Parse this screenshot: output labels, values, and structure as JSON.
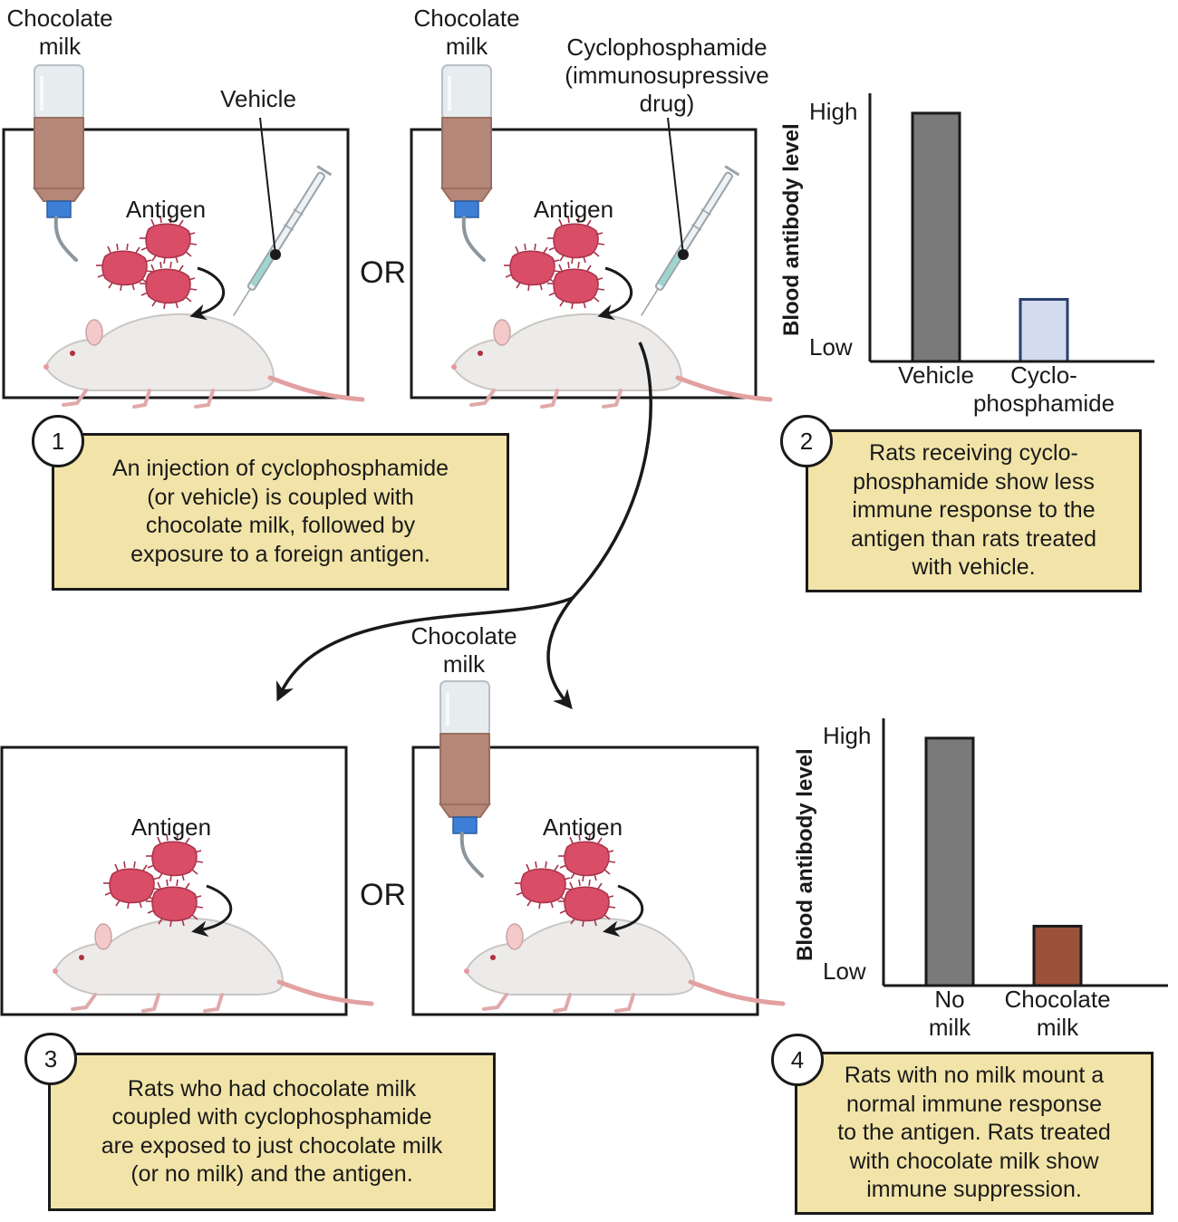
{
  "top": {
    "panel1": {
      "milk_label": [
        "Chocolate",
        "milk"
      ],
      "vehicle_label": "Vehicle",
      "antigen_label": "Antigen"
    },
    "or_label": "OR",
    "panel2": {
      "milk_label": [
        "Chocolate",
        "milk"
      ],
      "drug_label": [
        "Cyclophosphamide",
        "(immunosupressive",
        "drug)"
      ],
      "antigen_label": "Antigen"
    }
  },
  "step1": {
    "number": "1",
    "text": [
      "An injection of cyclophosphamide",
      "(or vehicle) is coupled with",
      "chocolate milk, followed by",
      "exposure to a foreign antigen."
    ]
  },
  "step2": {
    "number": "2",
    "text": [
      "Rats receiving cyclo-",
      "phosphamide show less",
      "immune response to the",
      "antigen than rats treated",
      "with vehicle."
    ]
  },
  "bottom": {
    "milk_label": [
      "Chocolate",
      "milk"
    ],
    "panel3": {
      "antigen_label": "Antigen"
    },
    "or_label": "OR",
    "panel4": {
      "antigen_label": "Antigen"
    }
  },
  "step3": {
    "number": "3",
    "text": [
      "Rats who had chocolate milk",
      "coupled with cyclophosphamide",
      "are exposed to just chocolate milk",
      "(or no milk) and the antigen."
    ]
  },
  "step4": {
    "number": "4",
    "text": [
      "Rats with no milk mount a",
      "normal immune response",
      "to the antigen. Rats treated",
      "with chocolate milk show",
      "immune suppression."
    ]
  },
  "colors": {
    "note_fill": "#f2e4a8",
    "bar_gray": "#7a7a7a",
    "bar_light_blue": "#d3dbee",
    "bar_brown": "#9a5238",
    "antigen": "#d94d66",
    "milk": "#b58778"
  },
  "chart_data": [
    {
      "type": "bar",
      "ylabel": "Blood antibody level",
      "yticks": [
        "High",
        "Low"
      ],
      "categories": [
        "Vehicle",
        "Cyclo-\nphosphamide"
      ],
      "category_lines": [
        [
          "Vehicle"
        ],
        [
          "Cyclo-",
          "phosphamide"
        ]
      ],
      "values": [
        1.0,
        0.25
      ],
      "ylim": [
        0,
        1.08
      ],
      "bar_colors": [
        "#7a7a7a",
        "#d3dbee"
      ]
    },
    {
      "type": "bar",
      "ylabel": "Blood antibody level",
      "yticks": [
        "High",
        "Low"
      ],
      "categories": [
        "No\nmilk",
        "Chocolate\nmilk"
      ],
      "category_lines": [
        [
          "No",
          "milk"
        ],
        [
          "Chocolate",
          "milk"
        ]
      ],
      "values": [
        1.0,
        0.24
      ],
      "ylim": [
        0,
        1.08
      ],
      "bar_colors": [
        "#7a7a7a",
        "#9a5238"
      ]
    }
  ]
}
